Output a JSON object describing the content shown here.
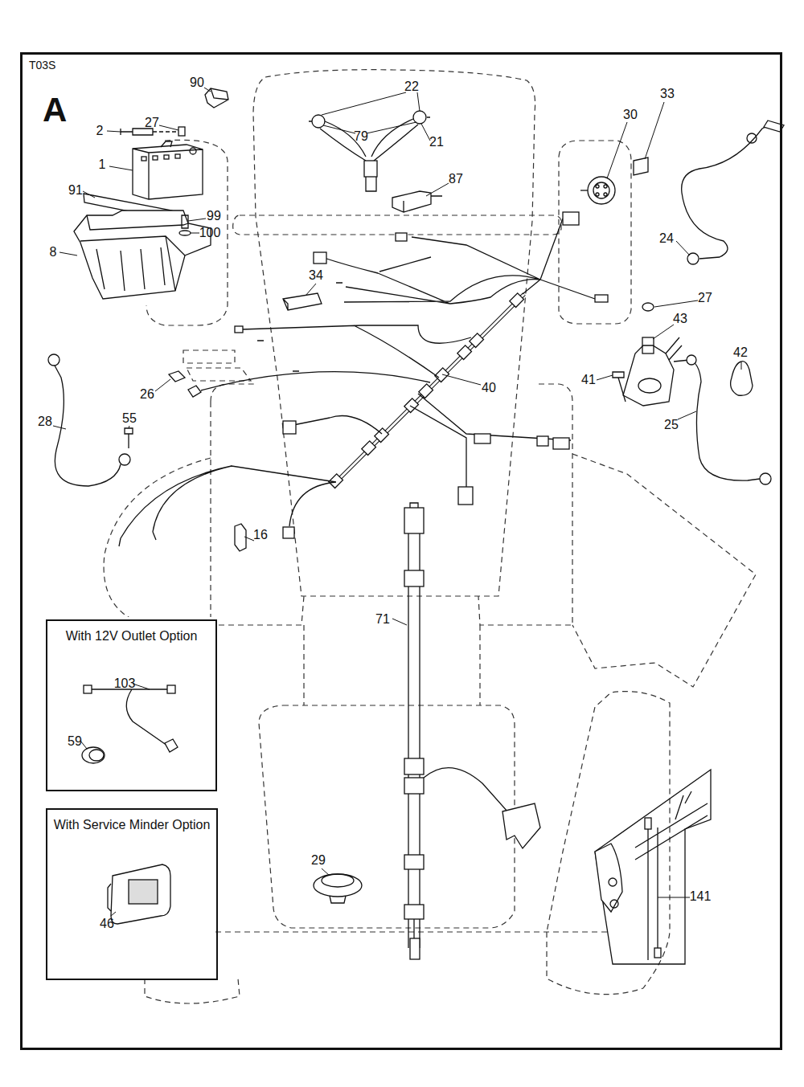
{
  "diagram": {
    "nodes": [
      {
        "text": [
          "T03S",
          "A"
        ]
      },
      {
        "text": [
          "With 12V Outlet Option",
          "103",
          "59"
        ],
        "in": 0
      },
      {
        "text": [
          "With Service Minder Option",
          "46"
        ],
        "in": 0
      }
    ],
    "labels": [
      "90",
      "22",
      "33",
      "2",
      "27",
      "30",
      "79",
      "21",
      "1",
      "87",
      "91",
      "99",
      "100",
      "8",
      "24",
      "34",
      "27",
      "43",
      "42",
      "41",
      "26",
      "40",
      "28",
      "55",
      "25",
      "16",
      "71",
      "29",
      "141"
    ]
  }
}
